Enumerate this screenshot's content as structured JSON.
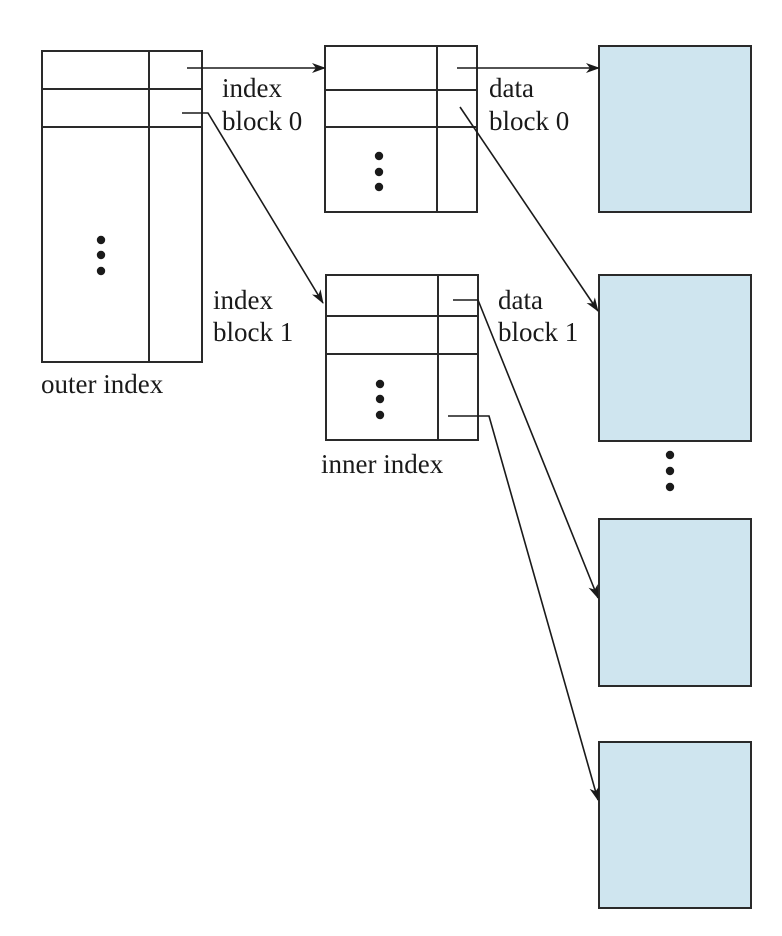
{
  "diagram": {
    "title": "Two-level index structure",
    "colors": {
      "data_block_fill": "#cfe5ef",
      "stroke": "#2a2a2a",
      "text": "#1a1a1a"
    },
    "labels": {
      "outer_index": "outer index",
      "inner_index": "inner index",
      "index_block_0_line1": "index",
      "index_block_0_line2": "block 0",
      "index_block_1_line1": "index",
      "index_block_1_line2": "block 1",
      "data_block_0_line1": "data",
      "data_block_0_line2": "block 0",
      "data_block_1_line1": "data",
      "data_block_1_line2": "block 1"
    },
    "nodes": [
      {
        "id": "outer-index",
        "kind": "index-table",
        "rows": 2,
        "ellipsis": true
      },
      {
        "id": "index-block-0",
        "kind": "index-table",
        "rows": 2,
        "ellipsis": true
      },
      {
        "id": "index-block-1",
        "kind": "index-table",
        "rows": 2,
        "ellipsis": true
      },
      {
        "id": "data-block-0",
        "kind": "data-block"
      },
      {
        "id": "data-block-1",
        "kind": "data-block"
      },
      {
        "id": "data-block-2",
        "kind": "data-block"
      },
      {
        "id": "data-block-3",
        "kind": "data-block"
      }
    ],
    "edges": [
      {
        "from": "outer-index.row0",
        "to": "index-block-0"
      },
      {
        "from": "outer-index.row1",
        "to": "index-block-1"
      },
      {
        "from": "index-block-0.row0",
        "to": "data-block-0"
      },
      {
        "from": "index-block-0.row1",
        "to": "data-block-1"
      },
      {
        "from": "index-block-1.row0",
        "to": "data-block-2"
      },
      {
        "from": "index-block-1.row-last",
        "to": "data-block-3"
      }
    ],
    "data_blocks_ellipsis": true
  }
}
